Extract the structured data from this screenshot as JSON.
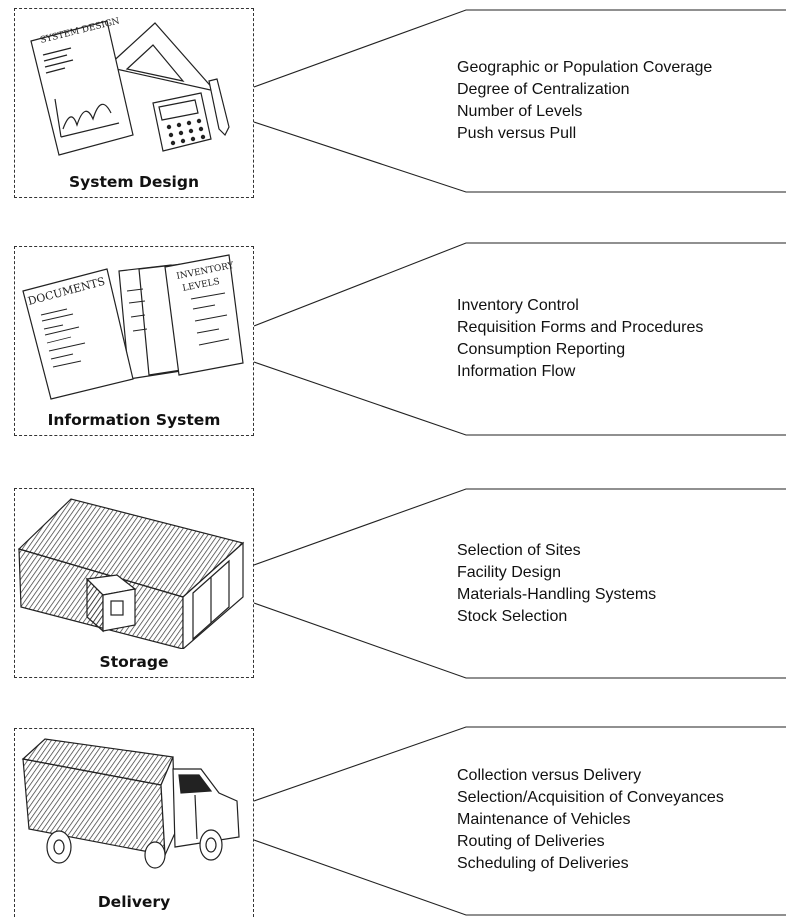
{
  "panels": [
    {
      "caption": "System Design",
      "illustration": "system-design-illustration",
      "items": [
        "Geographic or Population Coverage",
        "Degree of Centralization",
        "Number of Levels",
        "Push versus Pull"
      ]
    },
    {
      "caption": "Information System",
      "illustration": "documents-illustration",
      "items": [
        "Inventory Control",
        "Requisition Forms and Procedures",
        "Consumption Reporting",
        "Information Flow"
      ]
    },
    {
      "caption": "Storage",
      "illustration": "warehouse-illustration",
      "items": [
        "Selection of Sites",
        "Facility Design",
        "Materials-Handling Systems",
        "Stock Selection"
      ]
    },
    {
      "caption": "Delivery",
      "illustration": "truck-illustration",
      "items": [
        "Collection versus Delivery",
        "Selection/Acquisition of Conveyances",
        "Maintenance of Vehicles",
        "Routing of Deliveries",
        "Scheduling of Deliveries"
      ]
    }
  ],
  "illustration_labels": {
    "system_design_sheet": "SYSTEM DESIGN",
    "documents_sheet": "DOCUMENTS",
    "inventory_sheet_line1": "INVENTORY",
    "inventory_sheet_line2": "LEVELS"
  }
}
